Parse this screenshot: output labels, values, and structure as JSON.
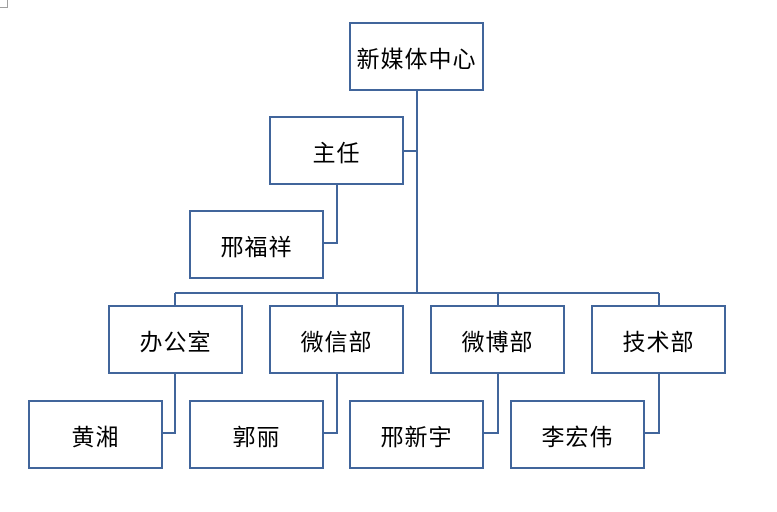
{
  "diagram": {
    "type": "org-chart",
    "root": {
      "label": "新媒体中心"
    },
    "director": {
      "label": "主任",
      "member": "邢福祥"
    },
    "departments": [
      {
        "label": "办公室",
        "member": "黄湘"
      },
      {
        "label": "微信部",
        "member": "郭丽"
      },
      {
        "label": "微博部",
        "member": "邢新宇"
      },
      {
        "label": "技术部",
        "member": "李宏伟"
      }
    ]
  },
  "colors": {
    "border": "#41659b",
    "connector": "#41659b",
    "background": "#ffffff",
    "text": "#000000"
  }
}
